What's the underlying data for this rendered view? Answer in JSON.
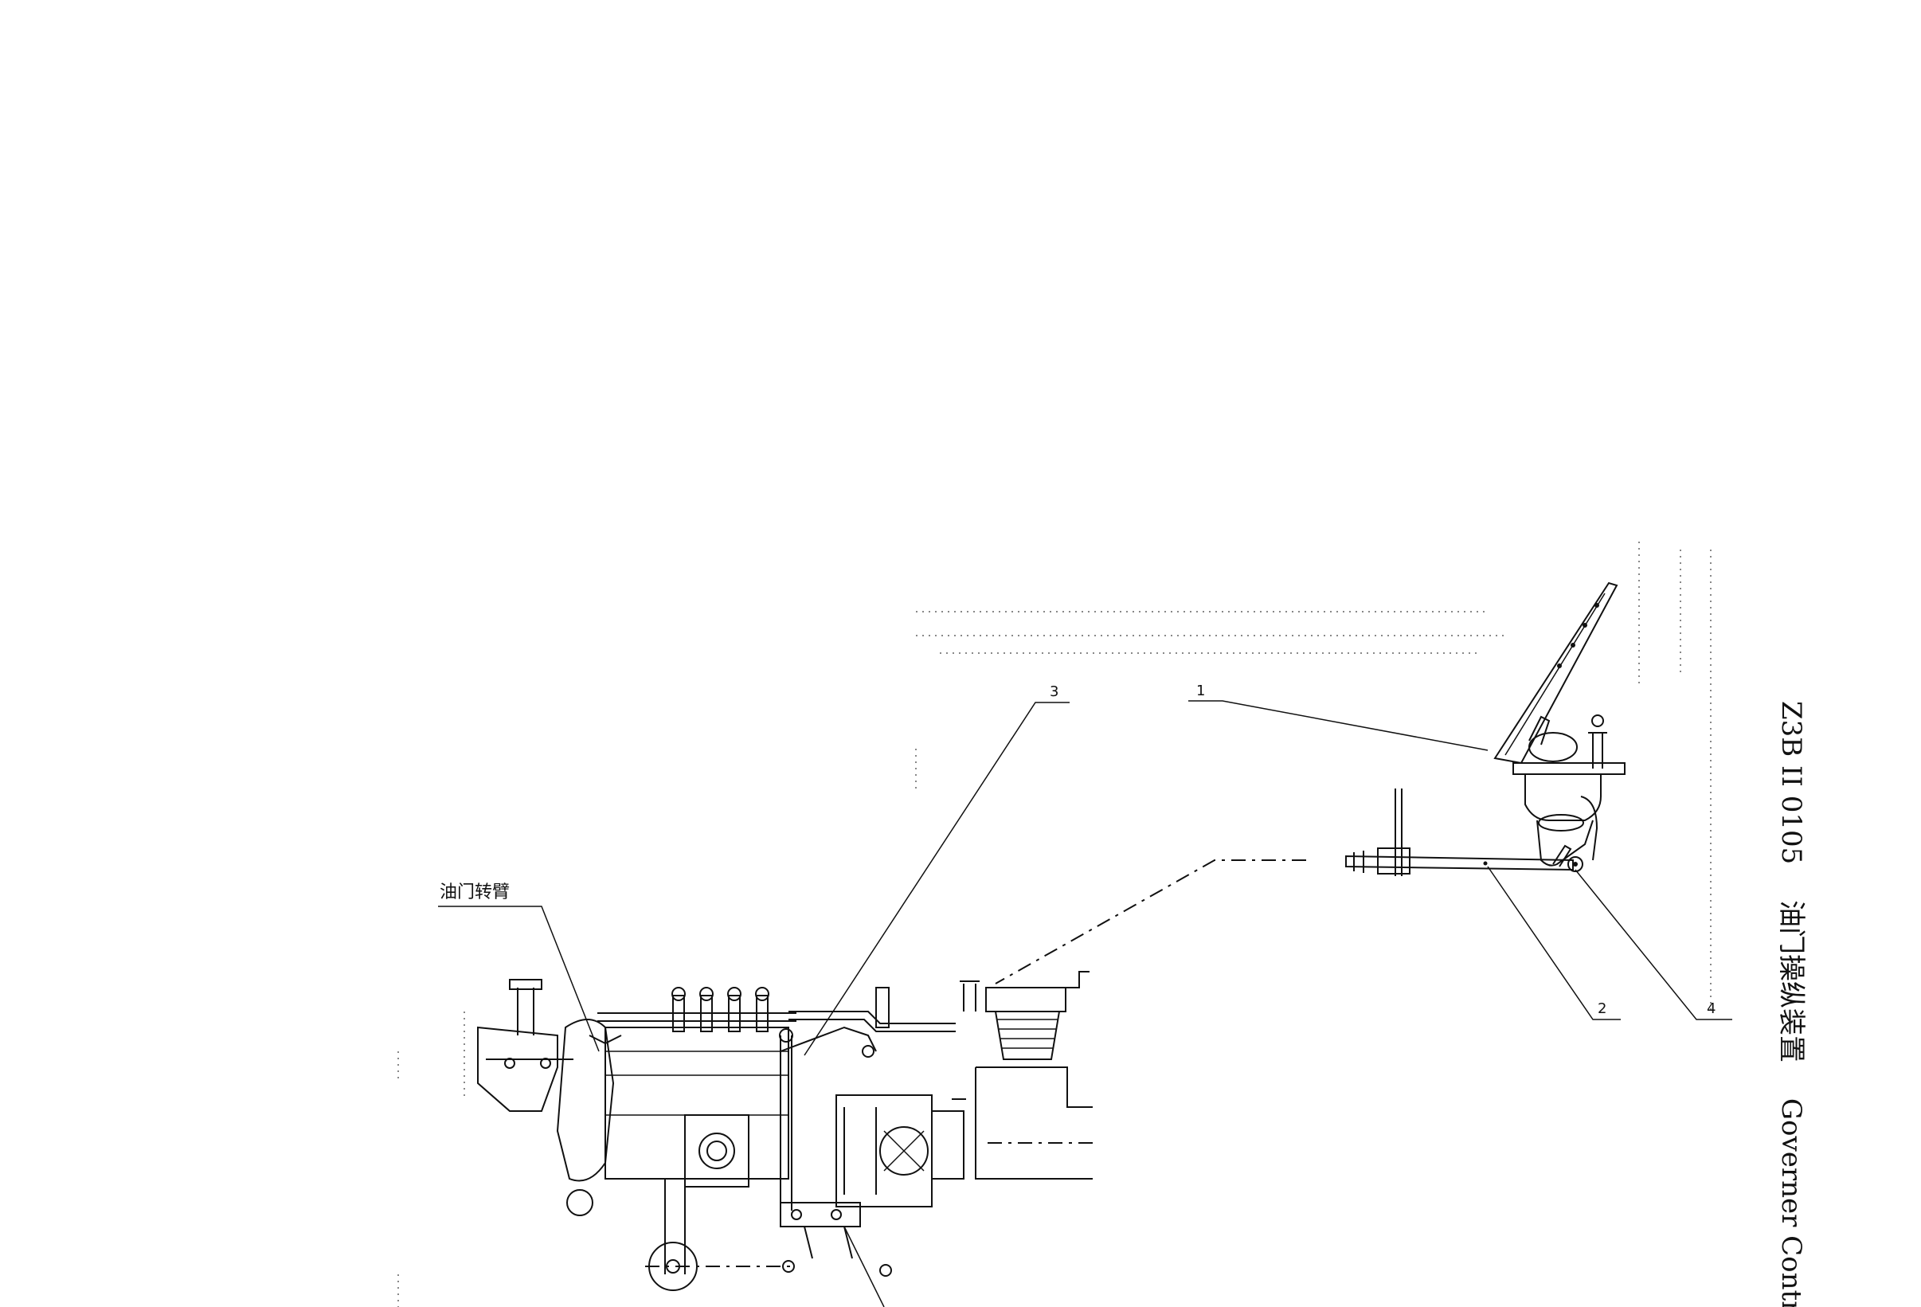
{
  "figure": {
    "title_code": "Z3B II 0105",
    "title_cn": "油门操纵装置",
    "title_en": "Governer Control",
    "throttle_arm_label": "油门转臂",
    "callouts": [
      "1",
      "2",
      "3",
      "4"
    ]
  }
}
